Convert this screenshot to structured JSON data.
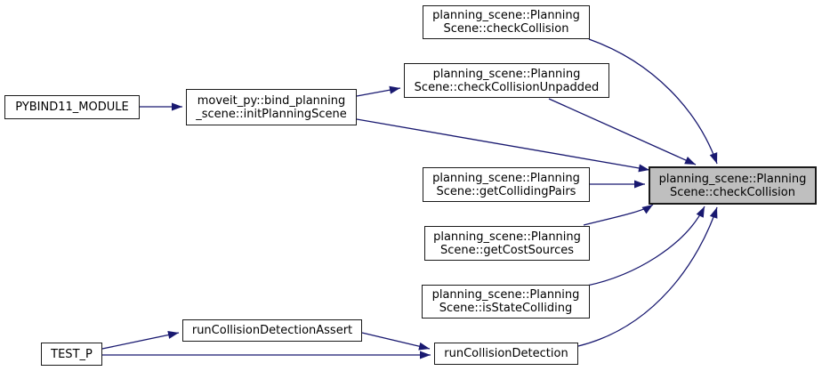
{
  "graph_type": "call-graph",
  "colors": {
    "edge": "#191970",
    "node_border": "#1a1a1a",
    "node_fill": "#ffffff",
    "highlight_fill": "#bfbfbf",
    "text": "#000000",
    "background": "#ffffff"
  },
  "nodes": [
    {
      "id": "pybind11-module",
      "label": "PYBIND11_MODULE",
      "highlighted": false
    },
    {
      "id": "init-planning-scene",
      "label": "moveit_py::bind_planning\n_scene::initPlanningScene",
      "highlighted": false
    },
    {
      "id": "check-collision-overload",
      "label": "planning_scene::Planning\nScene::checkCollision",
      "highlighted": false
    },
    {
      "id": "check-collision-unpadded",
      "label": "planning_scene::Planning\nScene::checkCollisionUnpadded",
      "highlighted": false
    },
    {
      "id": "get-colliding-pairs",
      "label": "planning_scene::Planning\nScene::getCollidingPairs",
      "highlighted": false
    },
    {
      "id": "get-cost-sources",
      "label": "planning_scene::Planning\nScene::getCostSources",
      "highlighted": false
    },
    {
      "id": "is-state-colliding",
      "label": "planning_scene::Planning\nScene::isStateColliding",
      "highlighted": false
    },
    {
      "id": "run-collision-detection",
      "label": "runCollisionDetection",
      "highlighted": false
    },
    {
      "id": "test-p",
      "label": "TEST_P",
      "highlighted": false
    },
    {
      "id": "run-collision-detection-assert",
      "label": "runCollisionDetectionAssert",
      "highlighted": false
    },
    {
      "id": "check-collision-current",
      "label": "planning_scene::Planning\nScene::checkCollision",
      "highlighted": true
    }
  ],
  "edges": [
    {
      "from": "pybind11-module",
      "to": "init-planning-scene"
    },
    {
      "from": "init-planning-scene",
      "to": "check-collision-unpadded"
    },
    {
      "from": "init-planning-scene",
      "to": "check-collision-current"
    },
    {
      "from": "check-collision-overload",
      "to": "check-collision-current"
    },
    {
      "from": "check-collision-unpadded",
      "to": "check-collision-current"
    },
    {
      "from": "get-colliding-pairs",
      "to": "check-collision-current"
    },
    {
      "from": "get-cost-sources",
      "to": "check-collision-current"
    },
    {
      "from": "is-state-colliding",
      "to": "check-collision-current"
    },
    {
      "from": "run-collision-detection",
      "to": "check-collision-current"
    },
    {
      "from": "test-p",
      "to": "run-collision-detection-assert"
    },
    {
      "from": "test-p",
      "to": "run-collision-detection"
    },
    {
      "from": "run-collision-detection-assert",
      "to": "run-collision-detection"
    }
  ]
}
